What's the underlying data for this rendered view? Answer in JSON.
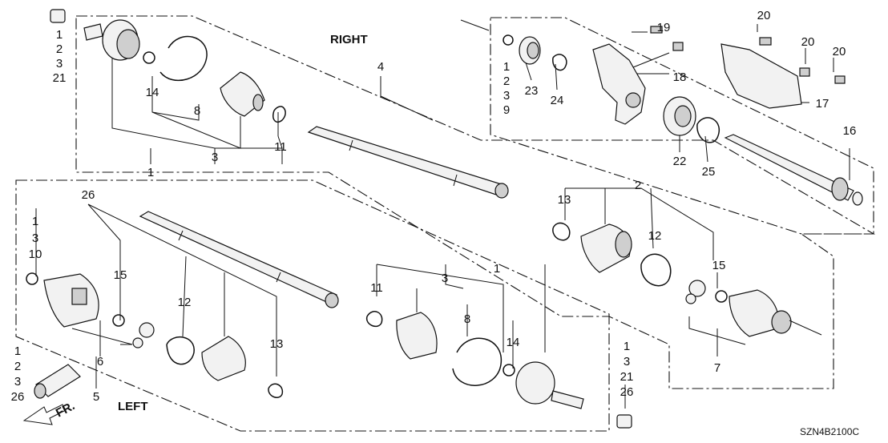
{
  "diagram": {
    "right_title": "RIGHT",
    "left_title": "LEFT",
    "fr_arrow": "FR.",
    "code": "SZN4B2100C",
    "callouts": {
      "c_top_left_stack": [
        "1",
        "2",
        "3",
        "21"
      ],
      "c_1_r": "1",
      "c_3_r": "3",
      "c_14_r": "14",
      "c_8_r": "8",
      "c_11_r": "11",
      "c_4": "4",
      "c_right_stack": [
        "1",
        "2",
        "3",
        "9"
      ],
      "c_23": "23",
      "c_24": "24",
      "c_19": "19",
      "c_18": "18",
      "c_20a": "20",
      "c_20b": "20",
      "c_20c": "20",
      "c_17": "17",
      "c_22": "22",
      "c_25": "25",
      "c_16": "16",
      "c_2_r": "2",
      "c_13_r": "13",
      "c_12_r": "12",
      "c_15_r": "15",
      "c_7": "7",
      "c_left_stack": [
        "1",
        "3",
        "10"
      ],
      "c_26": "26",
      "c_15_l": "15",
      "c_12_l": "12",
      "c_13_l": "13",
      "c_6": "6",
      "c_5": "5",
      "c_bl_stack": [
        "1",
        "2",
        "3",
        "26"
      ],
      "c_1_l": "1",
      "c_3_l": "3",
      "c_11_l": "11",
      "c_8_l": "8",
      "c_14_l": "14",
      "c_bottom_stack": [
        "1",
        "3",
        "21",
        "26"
      ]
    }
  }
}
